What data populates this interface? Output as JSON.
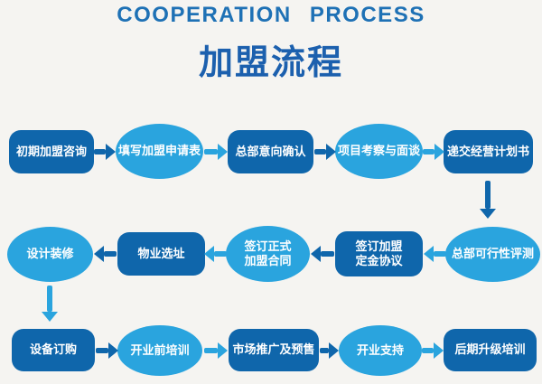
{
  "title": {
    "en": "COOPERATION PROCESS",
    "zh": "加盟流程"
  },
  "colors": {
    "dark_blue": "#0f66ab",
    "light_blue": "#2aa4de",
    "title_blue": "#1e71b5",
    "subtitle_blue": "#1c60ae",
    "background": "#f5f4f1",
    "node_text": "#ffffff"
  },
  "nodes": [
    {
      "label": "初期加盟咨询",
      "shape": "rounded-rect",
      "tone": "dark"
    },
    {
      "label": "填写加盟申请表",
      "shape": "ellipse",
      "tone": "light"
    },
    {
      "label": "总部意向确认",
      "shape": "rounded-rect",
      "tone": "dark"
    },
    {
      "label": "项目考察与面谈",
      "shape": "ellipse",
      "tone": "light"
    },
    {
      "label": "递交经营计划书",
      "shape": "rounded-rect",
      "tone": "dark"
    },
    {
      "label": "设计装修",
      "shape": "ellipse",
      "tone": "light"
    },
    {
      "label": "物业选址",
      "shape": "rounded-rect",
      "tone": "dark"
    },
    {
      "label": "签订正式\n加盟合同",
      "shape": "ellipse",
      "tone": "light"
    },
    {
      "label": "签订加盟\n定金协议",
      "shape": "rounded-rect",
      "tone": "dark"
    },
    {
      "label": "总部可行性评测",
      "shape": "ellipse",
      "tone": "light"
    },
    {
      "label": "设备订购",
      "shape": "rounded-rect",
      "tone": "dark"
    },
    {
      "label": "开业前培训",
      "shape": "ellipse",
      "tone": "light"
    },
    {
      "label": "市场推广及预售",
      "shape": "rounded-rect",
      "tone": "dark"
    },
    {
      "label": "开业支持",
      "shape": "ellipse",
      "tone": "light"
    },
    {
      "label": "后期升级培训",
      "shape": "rounded-rect",
      "tone": "dark"
    }
  ],
  "connections": [
    {
      "from": 0,
      "to": 1,
      "direction": "right"
    },
    {
      "from": 1,
      "to": 2,
      "direction": "right"
    },
    {
      "from": 2,
      "to": 3,
      "direction": "right"
    },
    {
      "from": 3,
      "to": 4,
      "direction": "right"
    },
    {
      "from": 4,
      "to": 9,
      "direction": "down"
    },
    {
      "from": 9,
      "to": 8,
      "direction": "left"
    },
    {
      "from": 8,
      "to": 7,
      "direction": "left"
    },
    {
      "from": 7,
      "to": 6,
      "direction": "left"
    },
    {
      "from": 6,
      "to": 5,
      "direction": "left"
    },
    {
      "from": 5,
      "to": 10,
      "direction": "down"
    },
    {
      "from": 10,
      "to": 11,
      "direction": "right"
    },
    {
      "from": 11,
      "to": 12,
      "direction": "right"
    },
    {
      "from": 12,
      "to": 13,
      "direction": "right"
    },
    {
      "from": 13,
      "to": 14,
      "direction": "right"
    }
  ]
}
